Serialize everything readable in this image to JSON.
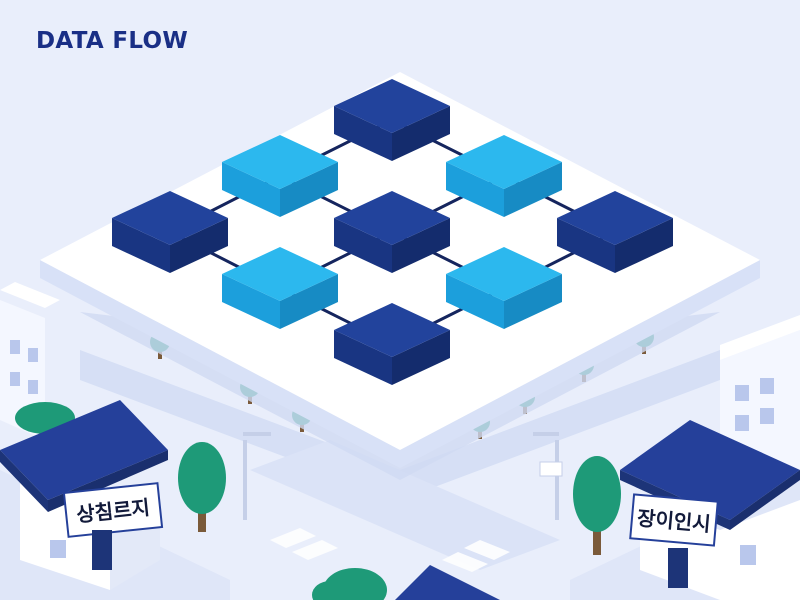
{
  "header": {
    "title": "DATA FLOW"
  },
  "buildings": {
    "left_sign": "상침르지",
    "right_sign": "장이인시"
  },
  "colors": {
    "dark_block": "#1d3b8f",
    "light_block": "#22aee8",
    "platform": "#ffffff",
    "background": "#e9eefb",
    "roof": "#25409a",
    "tree": "#1e9a78",
    "connector": "#15255e"
  },
  "diagram": {
    "nodes": [
      {
        "id": "n-top",
        "tone": "dark"
      },
      {
        "id": "n-upper-left",
        "tone": "light"
      },
      {
        "id": "n-upper-right",
        "tone": "light"
      },
      {
        "id": "n-left",
        "tone": "dark"
      },
      {
        "id": "n-center",
        "tone": "dark"
      },
      {
        "id": "n-right",
        "tone": "dark"
      },
      {
        "id": "n-lower-left",
        "tone": "light"
      },
      {
        "id": "n-lower-right",
        "tone": "light"
      },
      {
        "id": "n-bottom",
        "tone": "dark"
      }
    ],
    "edges": [
      [
        "n-top",
        "n-upper-left"
      ],
      [
        "n-top",
        "n-upper-right"
      ],
      [
        "n-upper-left",
        "n-left"
      ],
      [
        "n-upper-left",
        "n-center"
      ],
      [
        "n-upper-right",
        "n-center"
      ],
      [
        "n-upper-right",
        "n-right"
      ],
      [
        "n-left",
        "n-lower-left"
      ],
      [
        "n-center",
        "n-lower-left"
      ],
      [
        "n-center",
        "n-lower-right"
      ],
      [
        "n-right",
        "n-lower-right"
      ],
      [
        "n-lower-left",
        "n-bottom"
      ],
      [
        "n-lower-right",
        "n-bottom"
      ]
    ]
  }
}
